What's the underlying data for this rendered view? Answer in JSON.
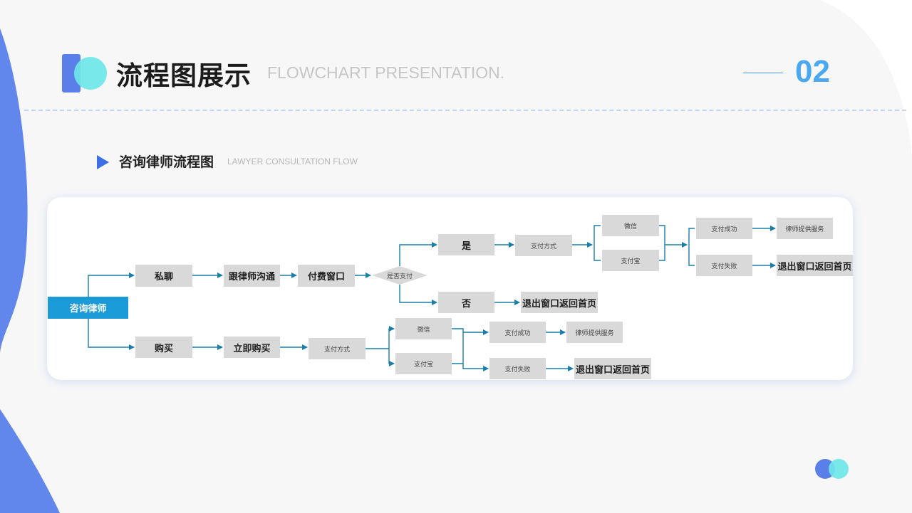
{
  "header": {
    "title": "流程图展示",
    "subtitle": "FLOWCHART PRESENTATION.",
    "page_number": "02"
  },
  "section": {
    "title": "咨询律师流程图",
    "subtitle": "LAWYER CONSULTATION FLOW"
  },
  "flow": {
    "start": "咨询律师",
    "private_chat": "私聊",
    "talk_lawyer": "跟律师沟通",
    "pay_window": "付费窗口",
    "is_paid": "是否支付",
    "yes": "是",
    "no": "否",
    "pay_method_top": "支付方式",
    "wechat_top": "微信",
    "alipay_top": "支付宝",
    "pay_success_top": "支付成功",
    "pay_fail_top": "支付失败",
    "lawyer_service_top": "律师提供服务",
    "exit_top": "退出窗口返回首页",
    "exit_no": "退出窗口返回首页",
    "buy": "购买",
    "buy_now": "立即购买",
    "pay_method_bottom": "支付方式",
    "wechat_bottom": "微信",
    "alipay_bottom": "支付宝",
    "pay_success_bottom": "支付成功",
    "pay_fail_bottom": "支付失败",
    "lawyer_service_bottom": "律师提供服务",
    "exit_bottom": "退出窗口返回首页"
  },
  "colors": {
    "accent_blue": "#5b7fe8",
    "accent_cyan": "#6ee6e8",
    "arrow": "#1a7fa8",
    "start_node": "#1a9bd7",
    "node_fill": "#d9d9d9"
  }
}
